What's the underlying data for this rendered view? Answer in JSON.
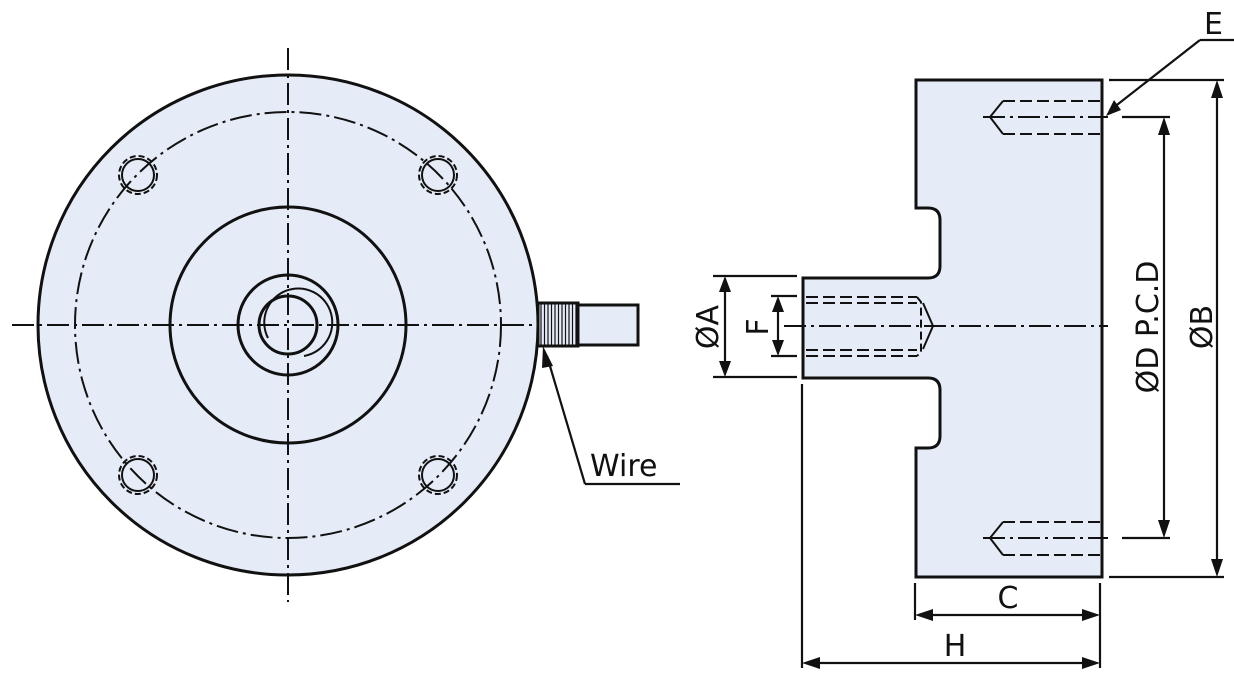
{
  "drawing": {
    "fill_color": "#e6ecf7",
    "line_color": "#111111",
    "views": [
      "front-view",
      "side-view"
    ]
  },
  "labels": {
    "wire": "Wire",
    "dia_a": "ØA",
    "f": "F",
    "e": "E",
    "dia_d_pcd": "ØD P.C.D",
    "dia_b": "ØB",
    "c": "C",
    "h": "H"
  }
}
